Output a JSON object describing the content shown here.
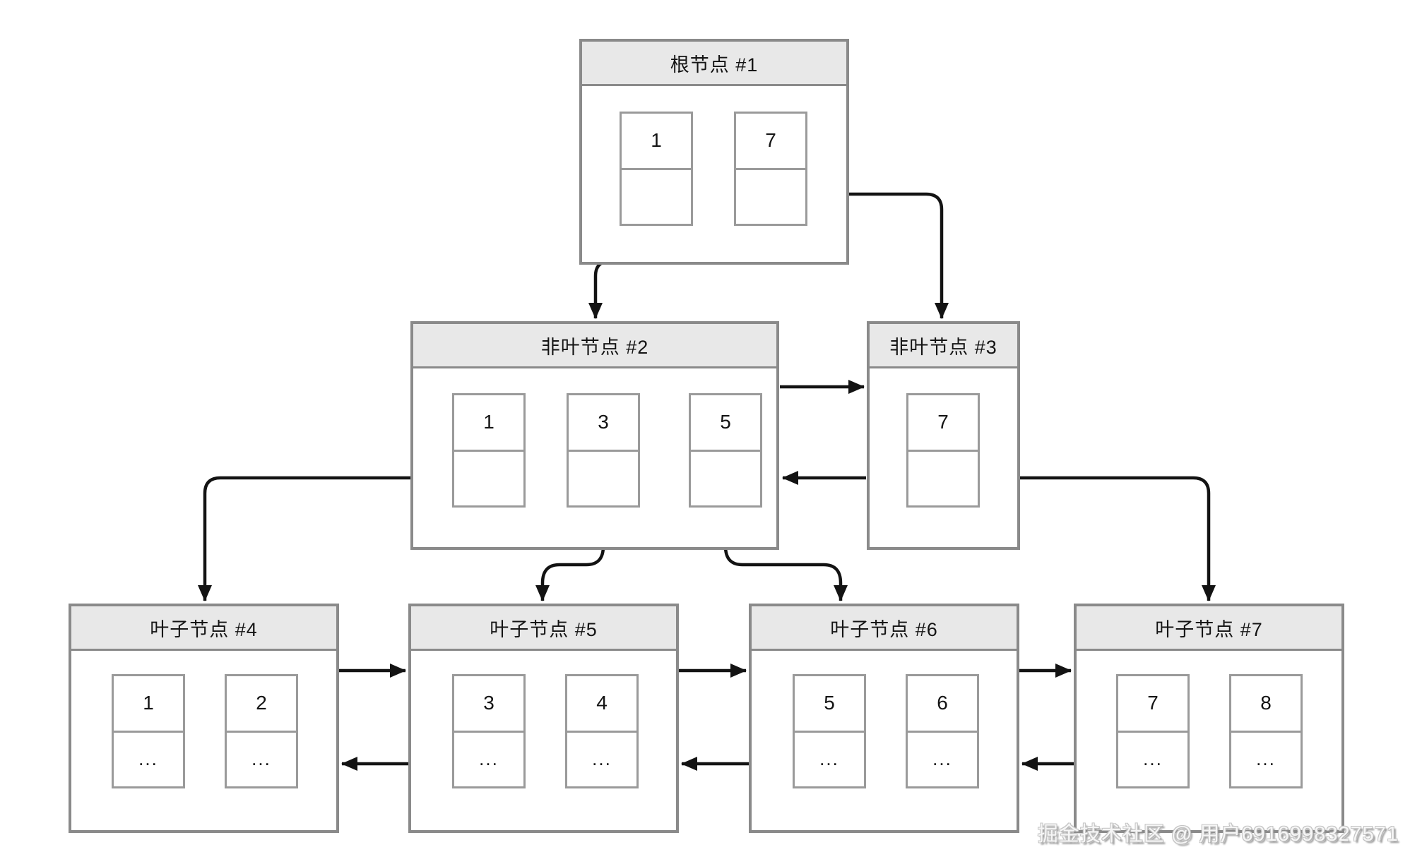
{
  "diagram_type": "b-plus-tree",
  "nodes": {
    "root1": {
      "title": "根节点 #1",
      "cells": [
        {
          "value": "1",
          "pointer": ""
        },
        {
          "value": "7",
          "pointer": ""
        }
      ]
    },
    "nl2": {
      "title": "非叶节点 #2",
      "cells": [
        {
          "value": "1",
          "pointer": ""
        },
        {
          "value": "3",
          "pointer": ""
        },
        {
          "value": "5",
          "pointer": ""
        }
      ]
    },
    "nl3": {
      "title": "非叶节点 #3",
      "cells": [
        {
          "value": "7",
          "pointer": ""
        }
      ]
    },
    "leaf4": {
      "title": "叶子节点 #4",
      "cells": [
        {
          "value": "1",
          "pointer": "..."
        },
        {
          "value": "2",
          "pointer": "..."
        }
      ]
    },
    "leaf5": {
      "title": "叶子节点 #5",
      "cells": [
        {
          "value": "3",
          "pointer": "..."
        },
        {
          "value": "4",
          "pointer": "..."
        }
      ]
    },
    "leaf6": {
      "title": "叶子节点 #6",
      "cells": [
        {
          "value": "5",
          "pointer": "..."
        },
        {
          "value": "6",
          "pointer": "..."
        }
      ]
    },
    "leaf7": {
      "title": "叶子节点 #7",
      "cells": [
        {
          "value": "7",
          "pointer": "..."
        },
        {
          "value": "8",
          "pointer": "..."
        }
      ]
    }
  },
  "watermark": "掘金技术社区 @ 用户6916998327571",
  "colors": {
    "node_border": "#8a8a8a",
    "cell_border": "#9a9a9a",
    "header_fill": "#e8e8e8",
    "body_fill": "#ffffff",
    "arrow": "#131313",
    "text": "#141414",
    "watermark_gray": "#8d8d8d"
  }
}
